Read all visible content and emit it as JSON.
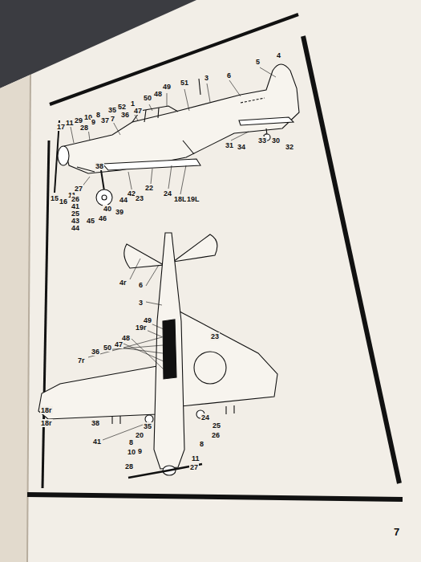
{
  "diagram": {
    "labels": [
      "17",
      "11",
      "29",
      "28",
      "10",
      "9",
      "8",
      "37",
      "35",
      "52",
      "7",
      "36",
      "1",
      "47",
      "50",
      "48",
      "49",
      "51",
      "3",
      "6",
      "5",
      "4",
      "31",
      "34",
      "33",
      "30",
      "32",
      "15",
      "16",
      "11",
      "27",
      "26",
      "41",
      "25",
      "43",
      "44",
      "45",
      "46",
      "39",
      "40",
      "44",
      "42",
      "23",
      "22",
      "24",
      "18L",
      "19L",
      "38",
      "4r",
      "6",
      "3",
      "23",
      "19r",
      "49",
      "48",
      "47",
      "50",
      "36",
      "7r",
      "18r",
      "18r",
      "38",
      "41",
      "35",
      "20",
      "8",
      "10",
      "9",
      "28",
      "11",
      "27",
      "8",
      "26",
      "25",
      "24",
      "7"
    ]
  }
}
